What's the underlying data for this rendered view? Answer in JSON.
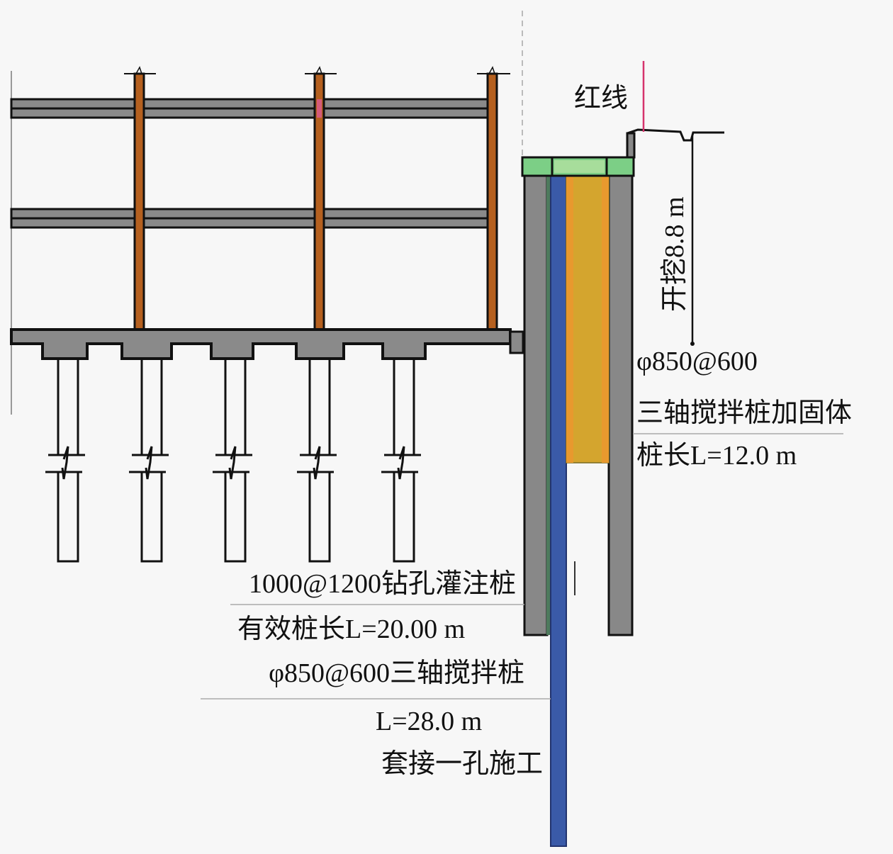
{
  "title": "Cross-section of foundation pit retaining structure adjacent to existing building",
  "colors": {
    "background": "#f7f7f7",
    "beam_fill": "#8a8a8a",
    "column_fill": "#b5601f",
    "red_line": "#d6336c",
    "capping_beam": "#7ccf86",
    "bored_pile": "#888888",
    "mixing_pile": "#3a5aa8",
    "reinforcement_body": "#d4a52e",
    "outline": "#111111"
  },
  "labels": {
    "red_line": "红线",
    "excavation_depth": "开挖8.8 m",
    "reinforcement_spec": "φ850@600",
    "reinforcement_name": "三轴搅拌桩加固体",
    "reinforcement_length": "桩长L=12.0 m",
    "bored_pile_spec": "1000@1200钻孔灌注桩",
    "bored_pile_length": "有效桩长L=20.00 m",
    "mixing_pile_spec": "φ850@600三轴搅拌桩",
    "mixing_pile_length": "L=28.0 m",
    "mixing_pile_note": "套接一孔施工"
  },
  "structure": {
    "excavation_depth_m": 8.8,
    "reinforcement_pile_length_m": 12.0,
    "bored_pile_effective_length_m": 20.0,
    "mixing_pile_length_m": 28.0,
    "existing_building_floors_shown": 3,
    "existing_building_columns": 3,
    "existing_foundation_piles": 5
  }
}
